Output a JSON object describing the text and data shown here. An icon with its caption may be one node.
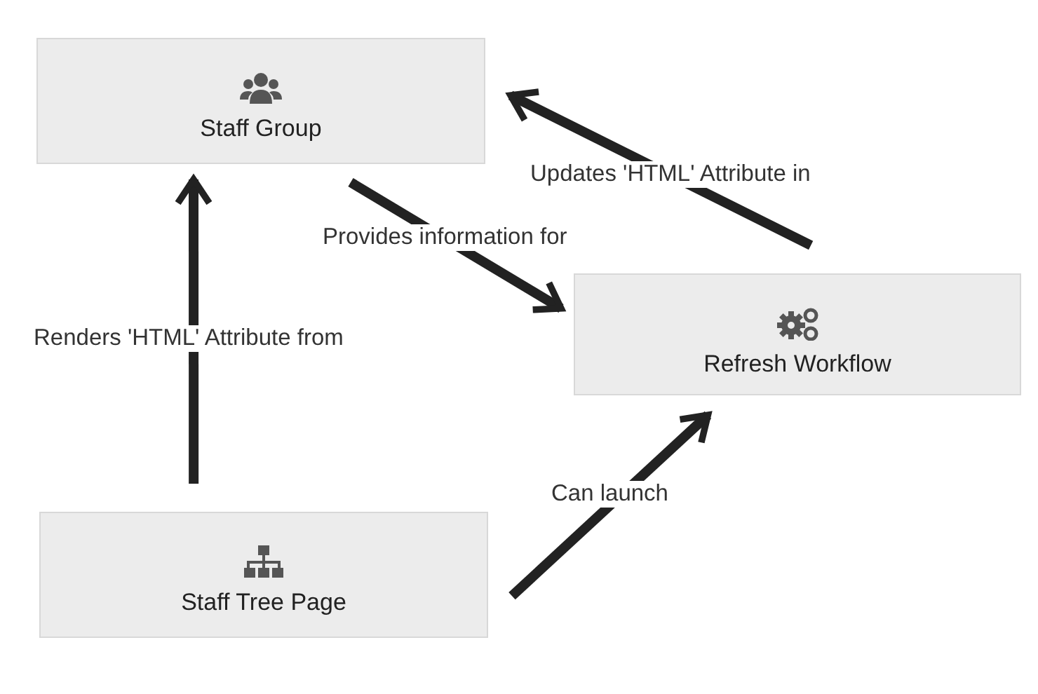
{
  "diagram": {
    "nodes": [
      {
        "text": [
          "Staff Group"
        ]
      },
      {
        "text": [
          "Refresh Workflow"
        ]
      },
      {
        "text": [
          "Staff Tree Page"
        ]
      }
    ],
    "edges": [
      {
        "from": 2,
        "to": 0,
        "arrow": "to",
        "label": "Renders 'HTML' Attribute from"
      },
      {
        "from": 0,
        "to": 1,
        "arrow": "to",
        "label": "Provides information for"
      },
      {
        "from": 1,
        "to": 0,
        "arrow": "to",
        "label": "Updates 'HTML' Attribute in"
      },
      {
        "from": 2,
        "to": 1,
        "arrow": "to",
        "label": "Can launch"
      }
    ]
  }
}
